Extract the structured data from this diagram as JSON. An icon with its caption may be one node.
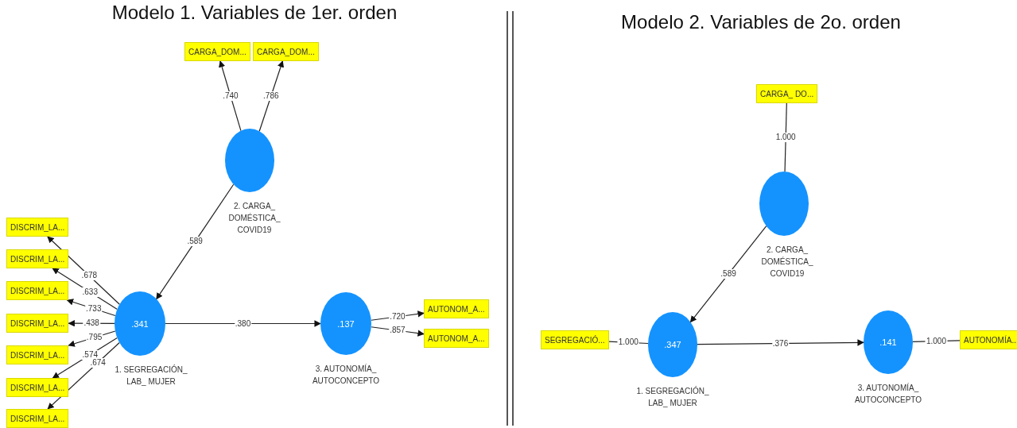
{
  "diagram": {
    "nodes": [
      {
        "text": [
          "CARGA_DOM..."
        ]
      },
      {
        "text": [
          "CARGA_DOM..."
        ]
      },
      {
        "text": [],
        "shape": "circle",
        "beside": [
          "2. CARGA_ DOMÉSTICA_ COVID19"
        ]
      },
      {
        "text": [
          "DISCRIM_LA..."
        ]
      },
      {
        "text": [
          "DISCRIM_LA..."
        ]
      },
      {
        "text": [
          "DISCRIM_LA..."
        ]
      },
      {
        "text": [
          "DISCRIM_LA..."
        ]
      },
      {
        "text": [
          "DISCRIM_LA..."
        ]
      },
      {
        "text": [
          "DISCRIM_LA..."
        ]
      },
      {
        "text": [
          "DISCRIM_LA..."
        ]
      },
      {
        "text": [
          ".341"
        ],
        "beside": [
          "1. SEGREGACIÓN_ LAB_ MUJER"
        ]
      },
      {
        "text": [
          ".137"
        ],
        "beside": [
          "3. AUTONOMÍA_ AUTOCONCEPTO"
        ]
      },
      {
        "text": [
          "AUTONOM_A..."
        ]
      },
      {
        "text": [
          "AUTONOM_A..."
        ]
      },
      {
        "text": [
          "CARGA_ DO..."
        ]
      },
      {
        "text": [],
        "shape": "circle",
        "beside": [
          "2. CARGA_ DOMÉSTICA_ COVID19"
        ]
      },
      {
        "text": [
          "SEGREGACIÓ..."
        ]
      },
      {
        "text": [
          ".347"
        ],
        "beside": [
          "1. SEGREGACIÓN_ LAB_ MUJER"
        ]
      },
      {
        "text": [
          ".141"
        ],
        "beside": [
          "3. AUTONOMÍA_ AUTOCONCEPTO"
        ]
      },
      {
        "text": [
          "AUTONOMÍA..."
        ]
      }
    ],
    "edges": [
      {
        "from": 2,
        "to": 0,
        "arrow": "to",
        "label": ".740"
      },
      {
        "from": 2,
        "to": 1,
        "arrow": "to",
        "label": ".786"
      },
      {
        "from": 2,
        "to": 10,
        "arrow": "to",
        "label": ".589"
      },
      {
        "from": 10,
        "to": 3,
        "arrow": "to",
        "label": ".678"
      },
      {
        "from": 10,
        "to": 4,
        "arrow": "to",
        "label": ".633"
      },
      {
        "from": 10,
        "to": 5,
        "arrow": "to",
        "label": ".733"
      },
      {
        "from": 10,
        "to": 6,
        "arrow": "to",
        "label": ".438"
      },
      {
        "from": 10,
        "to": 7,
        "arrow": "to",
        "label": ".795"
      },
      {
        "from": 10,
        "to": 8,
        "arrow": "to",
        "label": ".574"
      },
      {
        "from": 10,
        "to": 9,
        "arrow": "to",
        "label": ".674"
      },
      {
        "from": 10,
        "to": 11,
        "arrow": "to",
        "label": ".380"
      },
      {
        "from": 11,
        "to": 12,
        "arrow": "to",
        "label": ".720"
      },
      {
        "from": 11,
        "to": 13,
        "arrow": "to",
        "label": ".857"
      },
      {
        "from": 15,
        "to": 14,
        "arrow": "none",
        "label": "1.000"
      },
      {
        "from": 15,
        "to": 17,
        "arrow": "to",
        "label": ".589"
      },
      {
        "from": 17,
        "to": 16,
        "arrow": "none",
        "label": "1.000"
      },
      {
        "from": 17,
        "to": 18,
        "arrow": "to",
        "label": ".376"
      },
      {
        "from": 18,
        "to": 19,
        "arrow": "none",
        "label": "1.000"
      }
    ],
    "labels": [
      "Modelo 1. Variables de 1er. orden",
      "Modelo 2. Variables de 2o. orden"
    ]
  }
}
